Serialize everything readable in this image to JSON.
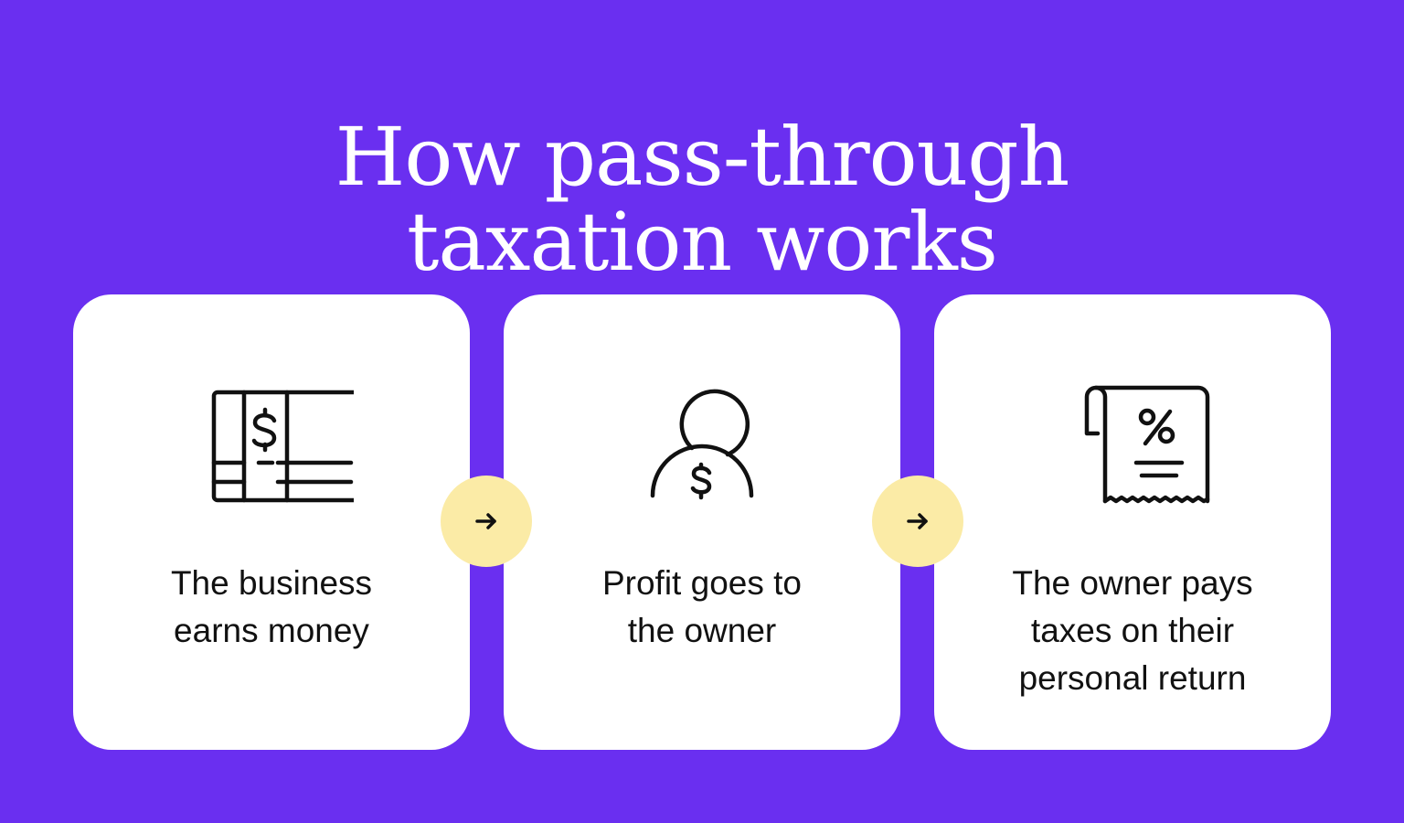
{
  "title": {
    "line1": "How pass-through",
    "line2": "taxation works"
  },
  "colors": {
    "background": "#6a2ff0",
    "card": "#ffffff",
    "arrow_circle": "#fbeba6",
    "text": "#111111"
  },
  "steps": [
    {
      "icon": "money-stack-icon",
      "line1": "The business",
      "line2": "earns money"
    },
    {
      "icon": "person-dollar-icon",
      "line1": "Profit goes to",
      "line2": "the owner"
    },
    {
      "icon": "tax-receipt-percent-icon",
      "line1": "The owner pays",
      "line2": "taxes on their",
      "line3": "personal return"
    }
  ],
  "connectors": [
    {
      "icon": "arrow-right-icon"
    },
    {
      "icon": "arrow-right-icon"
    }
  ]
}
